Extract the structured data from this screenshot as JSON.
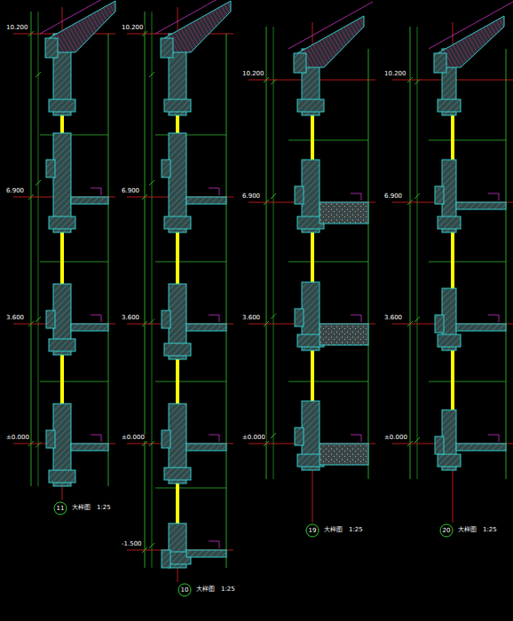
{
  "diagram": {
    "labels": [
      "11",
      "大样图",
      "1:25",
      "10",
      "大样图",
      "1:25",
      "19",
      "大样图",
      "1:25",
      "20",
      "大样图",
      "1:25",
      "10.200",
      "6.900",
      "3.600",
      "±0.000",
      "10.200",
      "6.900",
      "3.600",
      "±0.000",
      "-1.500",
      "10.200",
      "6.900",
      "3.600",
      "±0.000",
      "10.200",
      "6.900",
      "3.600",
      "±0.000"
    ]
  }
}
